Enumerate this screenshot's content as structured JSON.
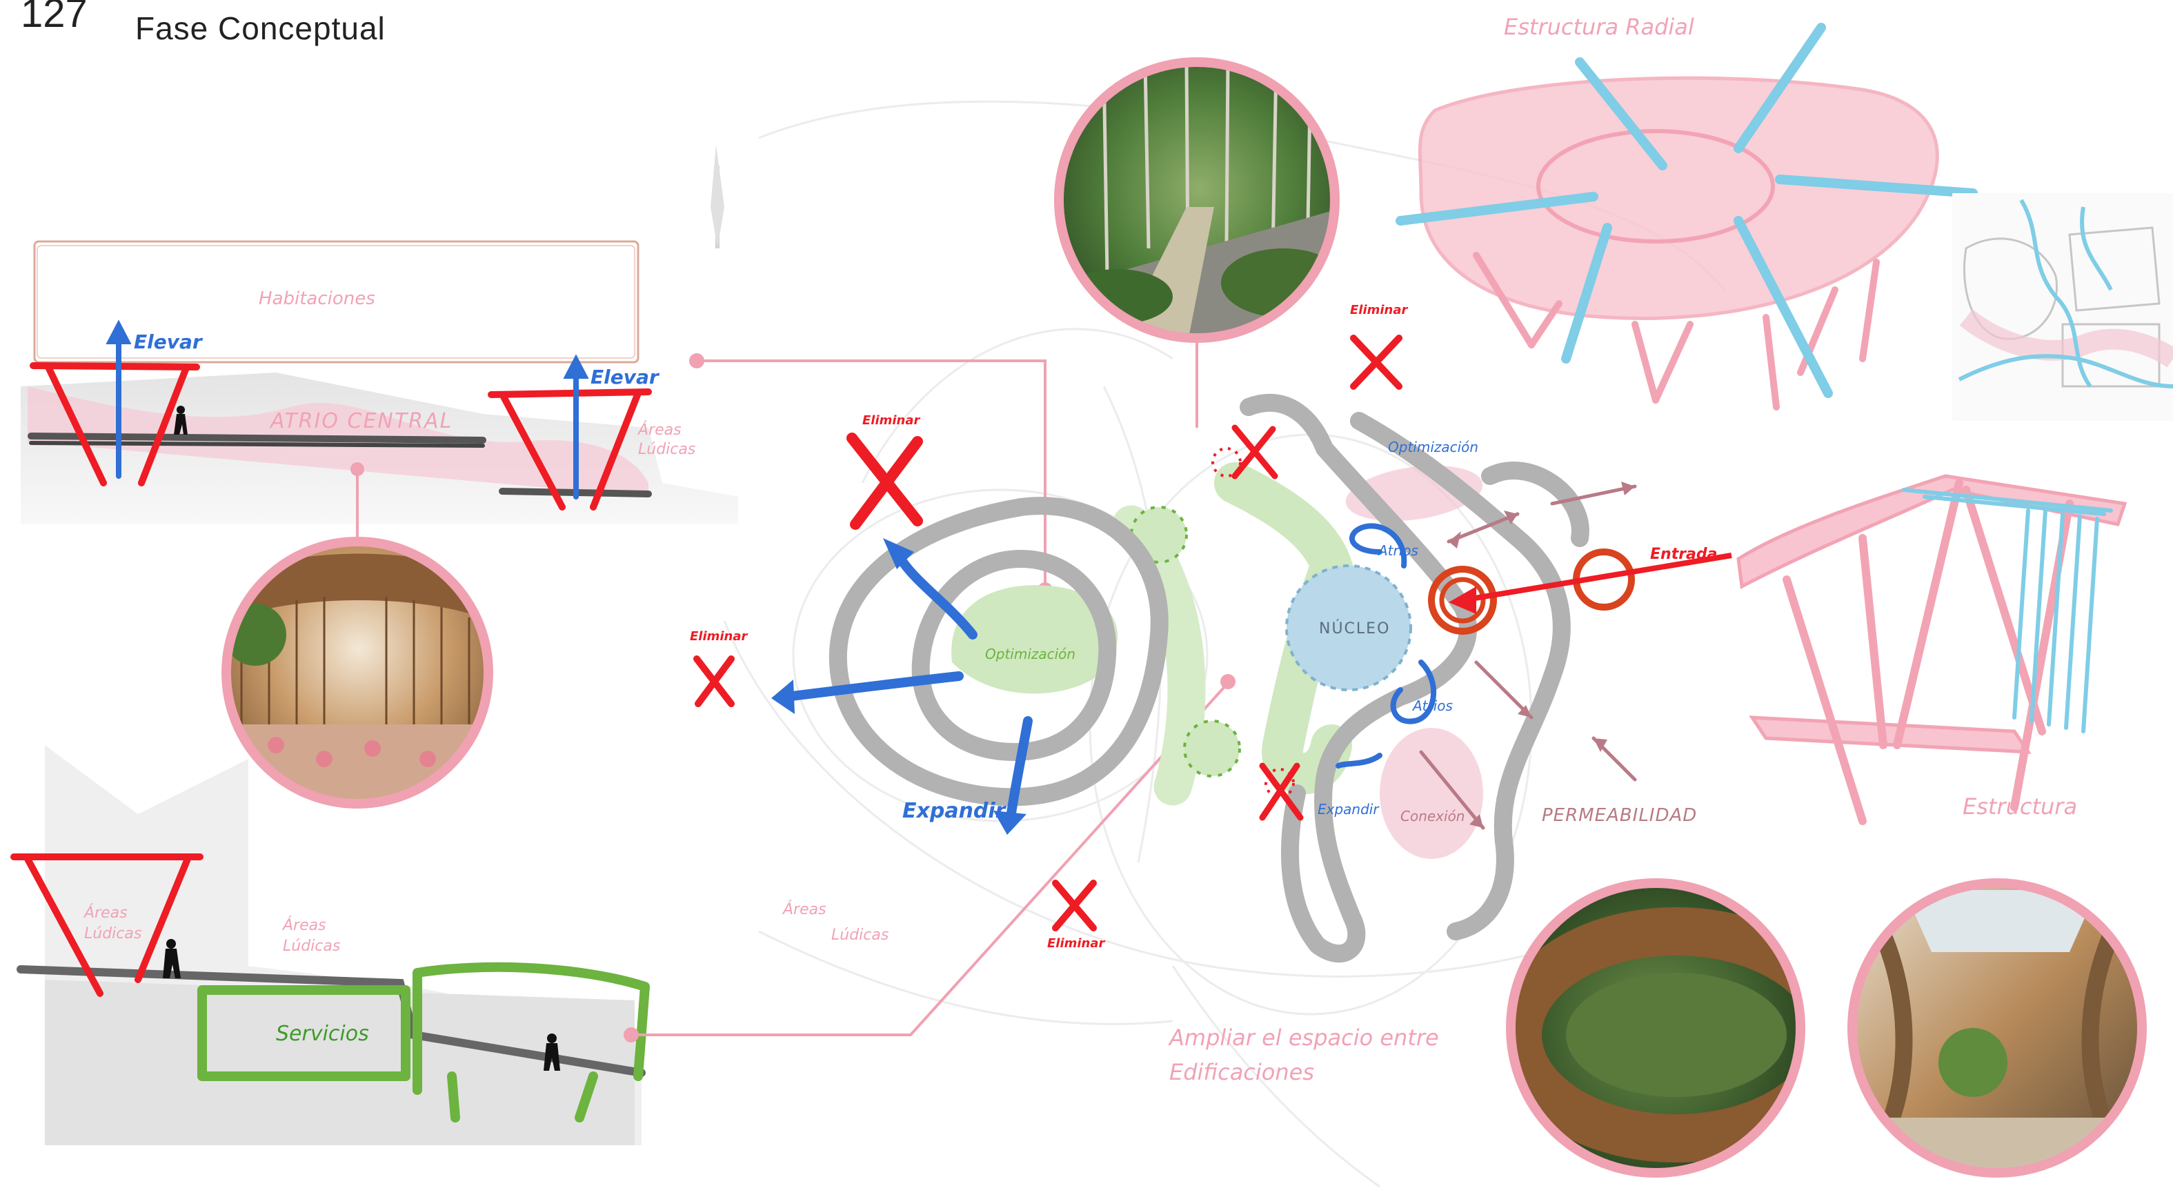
{
  "header": {
    "page_number": "127",
    "subtitle": "Fase Conceptual"
  },
  "colors": {
    "pink": "#f2a4b4",
    "pink_fill": "#f8c4cf",
    "red": "#ee1c24",
    "blue": "#2f6fd6",
    "green": "#6cb33f",
    "green_fill": "#cfe8bf",
    "grey": "#b2b2b2",
    "light_blue": "#7fcde6",
    "core_blue": "#b9d8ea",
    "mauve": "#b87a86",
    "orange_red": "#d9431e"
  },
  "section_top": {
    "habitaciones": "Habitaciones",
    "atrio": "ATRIO CENTRAL",
    "elevar_1": "Elevar",
    "elevar_2": "Elevar",
    "areas_ludicas": "Áreas\nLúdicas"
  },
  "section_bottom": {
    "areas_left": "Áreas\nLúdicas",
    "areas_mid": "Áreas\nLúdicas",
    "servicios": "Servicios"
  },
  "plan": {
    "optimizacion_main": "Optimización",
    "expandir_main": "Expandir",
    "eliminar_labels": [
      "Eliminar",
      "Eliminar",
      "Eliminar",
      "Eliminar"
    ],
    "nucleo": "NÚCLEO",
    "atrios_1": "Atrios",
    "atrios_2": "Atrios",
    "optimizacion_right": "Optimización",
    "entrada": "Entrada",
    "expandir_small": "Expandir",
    "conexion": "Conexión",
    "permeabilidad": "PERMEABILIDAD",
    "areas_plan_1": "Áreas",
    "areas_plan_2": "Lúdicas",
    "ampliar": "Ampliar el espacio entre\nEdificaciones"
  },
  "diagrams": {
    "radial_title": "Estructura Radial",
    "estructura": "Estructura"
  },
  "photos": [
    {
      "name": "forest-path-photo-icon"
    },
    {
      "name": "atrium-interior-photo-icon"
    },
    {
      "name": "aerial-ring-building-photo-icon"
    },
    {
      "name": "curved-facade-interior-photo-icon"
    }
  ]
}
